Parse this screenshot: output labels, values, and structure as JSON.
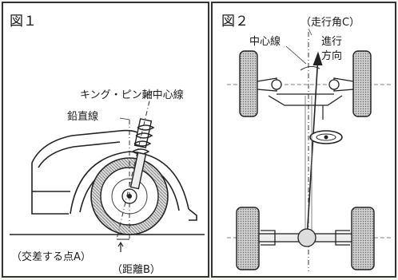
{
  "figure1": {
    "title": "図１",
    "label_kingpin": "キング・ピン軸中心線",
    "label_plumb": "鉛直線",
    "label_intersection": "（交差する点A）",
    "label_distance": "（距離B）"
  },
  "figure2": {
    "title": "図２",
    "label_angle": "（走行角C）",
    "label_centerline": "中心線",
    "label_direction_1": "進行",
    "label_direction_2": "方向"
  }
}
